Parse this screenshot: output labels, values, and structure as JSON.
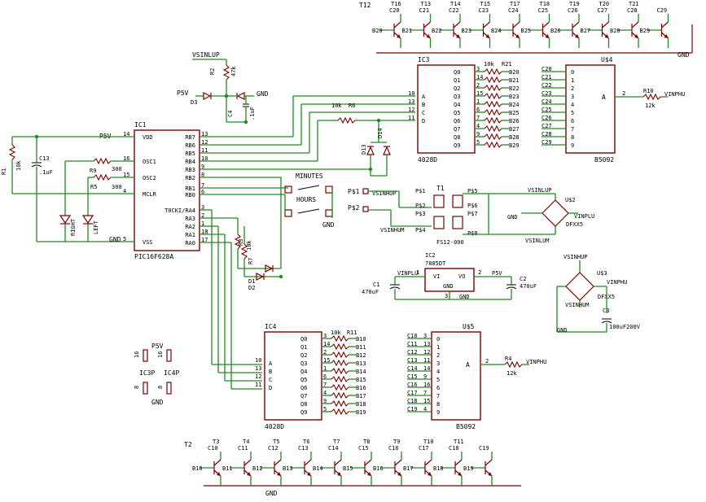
{
  "chips": {
    "ic1": {
      "name": "IC1",
      "part": "PIC16F628A",
      "left_pins": [
        "VDD",
        "OSC1",
        "OSC2",
        "MCLR",
        "VSS"
      ],
      "right_pins": [
        "RB7",
        "RB6",
        "RB5",
        "RB4",
        "RB3",
        "RB2",
        "RB1",
        "RB0",
        "T0CKI/RA4",
        "RA3",
        "RA2",
        "RA1",
        "RA0"
      ],
      "left_nums": [
        "14",
        "16",
        "15",
        "4",
        "5"
      ],
      "right_nums": [
        "13",
        "12",
        "11",
        "10",
        "9",
        "8",
        "7",
        "6",
        "3",
        "2",
        "1",
        "18",
        "17"
      ]
    },
    "ic3": {
      "name": "IC3",
      "part": "4028D",
      "in": [
        "A",
        "B",
        "C",
        "D"
      ],
      "in_nums": [
        "10",
        "13",
        "12",
        "11"
      ],
      "out": [
        "Q0",
        "Q1",
        "Q2",
        "Q3",
        "Q4",
        "Q5",
        "Q6",
        "Q7",
        "Q8",
        "Q9"
      ],
      "out_nums": [
        "3",
        "14",
        "2",
        "15",
        "1",
        "6",
        "7",
        "4",
        "9",
        "5"
      ]
    },
    "ic4": {
      "name": "IC4",
      "part": "4028D",
      "in": [
        "A",
        "B",
        "C",
        "D"
      ],
      "in_nums": [
        "10",
        "13",
        "12",
        "11"
      ],
      "out": [
        "Q0",
        "Q1",
        "Q2",
        "Q3",
        "Q4",
        "Q5",
        "Q6",
        "Q7",
        "Q8",
        "Q9"
      ],
      "out_nums": [
        "3",
        "14",
        "2",
        "15",
        "1",
        "6",
        "7",
        "4",
        "9",
        "5"
      ]
    },
    "u4": {
      "name": "U$4",
      "part": "B5092",
      "in": [
        "0",
        "1",
        "2",
        "3",
        "4",
        "5",
        "6",
        "7",
        "8",
        "9"
      ],
      "out": "A",
      "out_num": "2"
    },
    "u5": {
      "name": "U$5",
      "part": "B5092",
      "in": [
        "0",
        "1",
        "2",
        "3",
        "4",
        "5",
        "6",
        "7",
        "8",
        "9"
      ],
      "out": "A",
      "out_num": "2",
      "in_nums": [
        "3",
        "13",
        "12",
        "11",
        "14",
        "9",
        "16",
        "7",
        "15",
        "4"
      ]
    },
    "ic2": {
      "name": "IC2",
      "part": "7805DT",
      "vi": "VI",
      "vo": "VO",
      "gnd": "GND",
      "pin1": "1",
      "pin2": "2",
      "pin3": "3"
    },
    "t1": {
      "name": "T1",
      "part": "FS12-090"
    }
  },
  "labels": {
    "vsinlup": "VSINLUP",
    "r2": "R2",
    "r2v": "47k",
    "p5v": "P5V",
    "d3": "D3",
    "gnd": "GND",
    "c4": "C4",
    "c4v": ".1uF",
    "ic1_p5v": "P5V",
    "c13": "C13",
    "c13v": ".1uF",
    "r1": "R1",
    "r1v": "10k",
    "r9": "R9",
    "r9v": "300",
    "r5": "R5",
    "r5v": "300",
    "right": "RIGHT",
    "left": "LEFT",
    "minutes": "MINUTES",
    "hours": "HOURS",
    "r6": "R6",
    "r6v": "10k",
    "d13": "D13",
    "d14": "D14",
    "r3": "R3",
    "r3v": "10k",
    "r7": "R7",
    "d1": "D1",
    "d2": "D2",
    "r21": "R21",
    "r21v": "10k",
    "r11": "R11",
    "r11v": "10k",
    "r10": "R10",
    "r10v": "12k",
    "r4": "R4",
    "r4v": "12k",
    "vinphu": "VINPHU",
    "vinplu": "VINPLU",
    "vsinhup": "VSINHUP",
    "vsinhum": "VSINHUM",
    "vsinlum": "VSINLUM",
    "ps1": "P$1",
    "ps2": "P$2",
    "us2": "U$2",
    "dfxx5": "DFXX5",
    "us3": "U$3",
    "c3": "C3",
    "c3v": "100uF200V",
    "c1": "C1",
    "c1v": "470uF",
    "c2": "C2",
    "c2v": "470uF",
    "p5v_b": "P5V",
    "t2": "T2",
    "t12": "T12",
    "gnd_top": "GND",
    "gnd_bot": "GND",
    "ic3p": "IC3P",
    "ic4p": "IC4P",
    "p5v_pwr": "P5V",
    "gnd_pwr": "GND",
    "n16a": "16",
    "n16b": "16",
    "n8a": "8",
    "n8b": "8"
  },
  "top_transistors": [
    {
      "t": "T16",
      "c": "C20",
      "b": "B20"
    },
    {
      "t": "T13",
      "c": "C21",
      "b": "B21"
    },
    {
      "t": "T14",
      "c": "C22",
      "b": "B22"
    },
    {
      "t": "T15",
      "c": "C23",
      "b": "B23"
    },
    {
      "t": "T17",
      "c": "C24",
      "b": "B24"
    },
    {
      "t": "T18",
      "c": "C25",
      "b": "B25"
    },
    {
      "t": "T19",
      "c": "C26",
      "b": "B26"
    },
    {
      "t": "T20",
      "c": "C27",
      "b": "B27"
    },
    {
      "t": "T21",
      "c": "C28",
      "b": "B28"
    },
    {
      "t": "",
      "c": "C29",
      "b": "B29"
    }
  ],
  "bottom_transistors": [
    {
      "t": "T3",
      "c": "C10",
      "b": "B10"
    },
    {
      "t": "T4",
      "c": "C11",
      "b": "B11"
    },
    {
      "t": "T5",
      "c": "C12",
      "b": "B12"
    },
    {
      "t": "T6",
      "c": "C13",
      "b": "B13"
    },
    {
      "t": "T7",
      "c": "C14",
      "b": "B14"
    },
    {
      "t": "T8",
      "c": "C15",
      "b": "B15"
    },
    {
      "t": "T9",
      "c": "C16",
      "b": "B16"
    },
    {
      "t": "T10",
      "c": "C17",
      "b": "B17"
    },
    {
      "t": "T11",
      "c": "C18",
      "b": "B18"
    },
    {
      "t": "",
      "c": "C19",
      "b": "B19"
    }
  ],
  "ic3_out_nets": [
    "B20",
    "B21",
    "B22",
    "B23",
    "B24",
    "B25",
    "B26",
    "B27",
    "B28",
    "B29"
  ],
  "ic4_out_nets": [
    "B10",
    "B11",
    "B12",
    "B13",
    "B14",
    "B15",
    "B16",
    "B17",
    "B18",
    "B19"
  ],
  "u4_in_nets": [
    "C20",
    "C21",
    "C22",
    "C23",
    "C24",
    "C25",
    "C26",
    "C27",
    "C28",
    "C29"
  ],
  "u5_in_nets": [
    "C10",
    "C11",
    "C12",
    "C13",
    "C14",
    "C15",
    "C16",
    "C17",
    "C18",
    "C19"
  ],
  "t1_pins": [
    "P$1",
    "P$2",
    "P$3",
    "P$4",
    "P$5",
    "P$6",
    "P$7",
    "P$8"
  ]
}
